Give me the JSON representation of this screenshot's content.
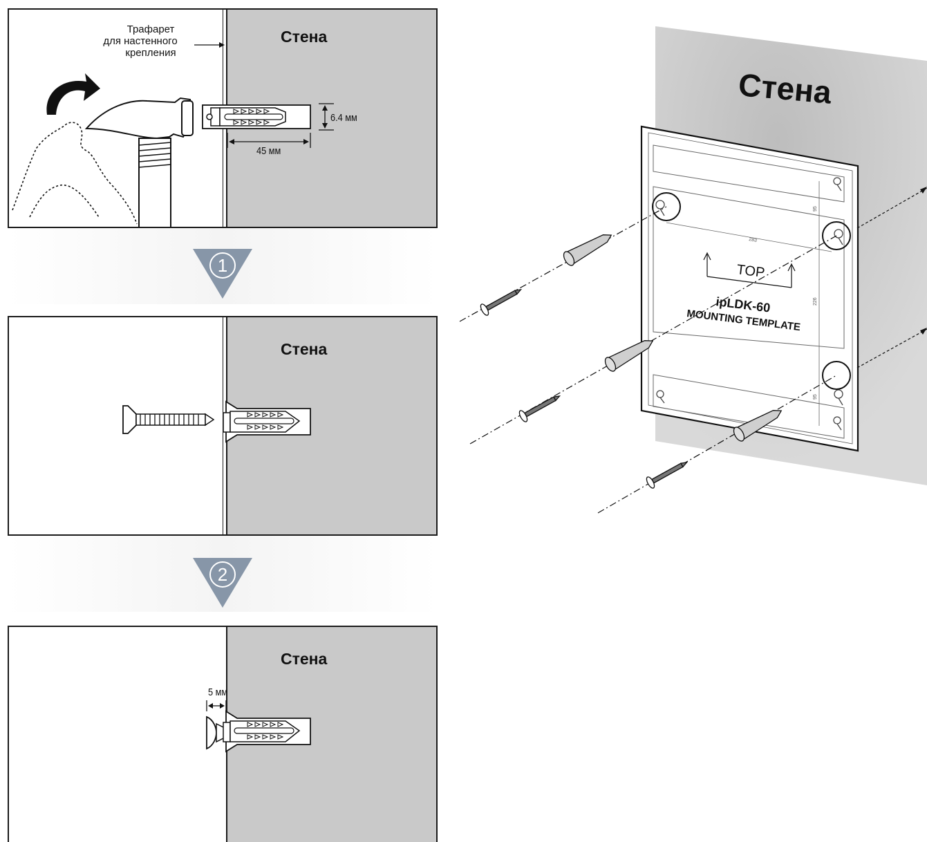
{
  "panel1": {
    "wall_label": "Стена",
    "stencil_label_line1": "Трафарет",
    "stencil_label_line2": "для настенного",
    "stencil_label_line3": "крепления",
    "dim_diameter": "6.4 мм",
    "dim_length": "45 мм"
  },
  "step1": {
    "number": "1"
  },
  "panel2": {
    "wall_label": "Стена"
  },
  "step2": {
    "number": "2"
  },
  "panel3": {
    "wall_label": "Стена",
    "dim_gap": "5 мм"
  },
  "template_figure": {
    "wall_label": "Стена",
    "top_label": "TOP",
    "model": "ipLDK-60",
    "template_title": "MOUNTING TEMPLATE",
    "dim_width": "283",
    "dim_height": "226",
    "dim_offset_top": "95",
    "dim_offset_bottom": "95"
  },
  "colors": {
    "wall": "#c9c9c9",
    "outline": "#1a1a1a",
    "step_marker": "#8796a8"
  }
}
